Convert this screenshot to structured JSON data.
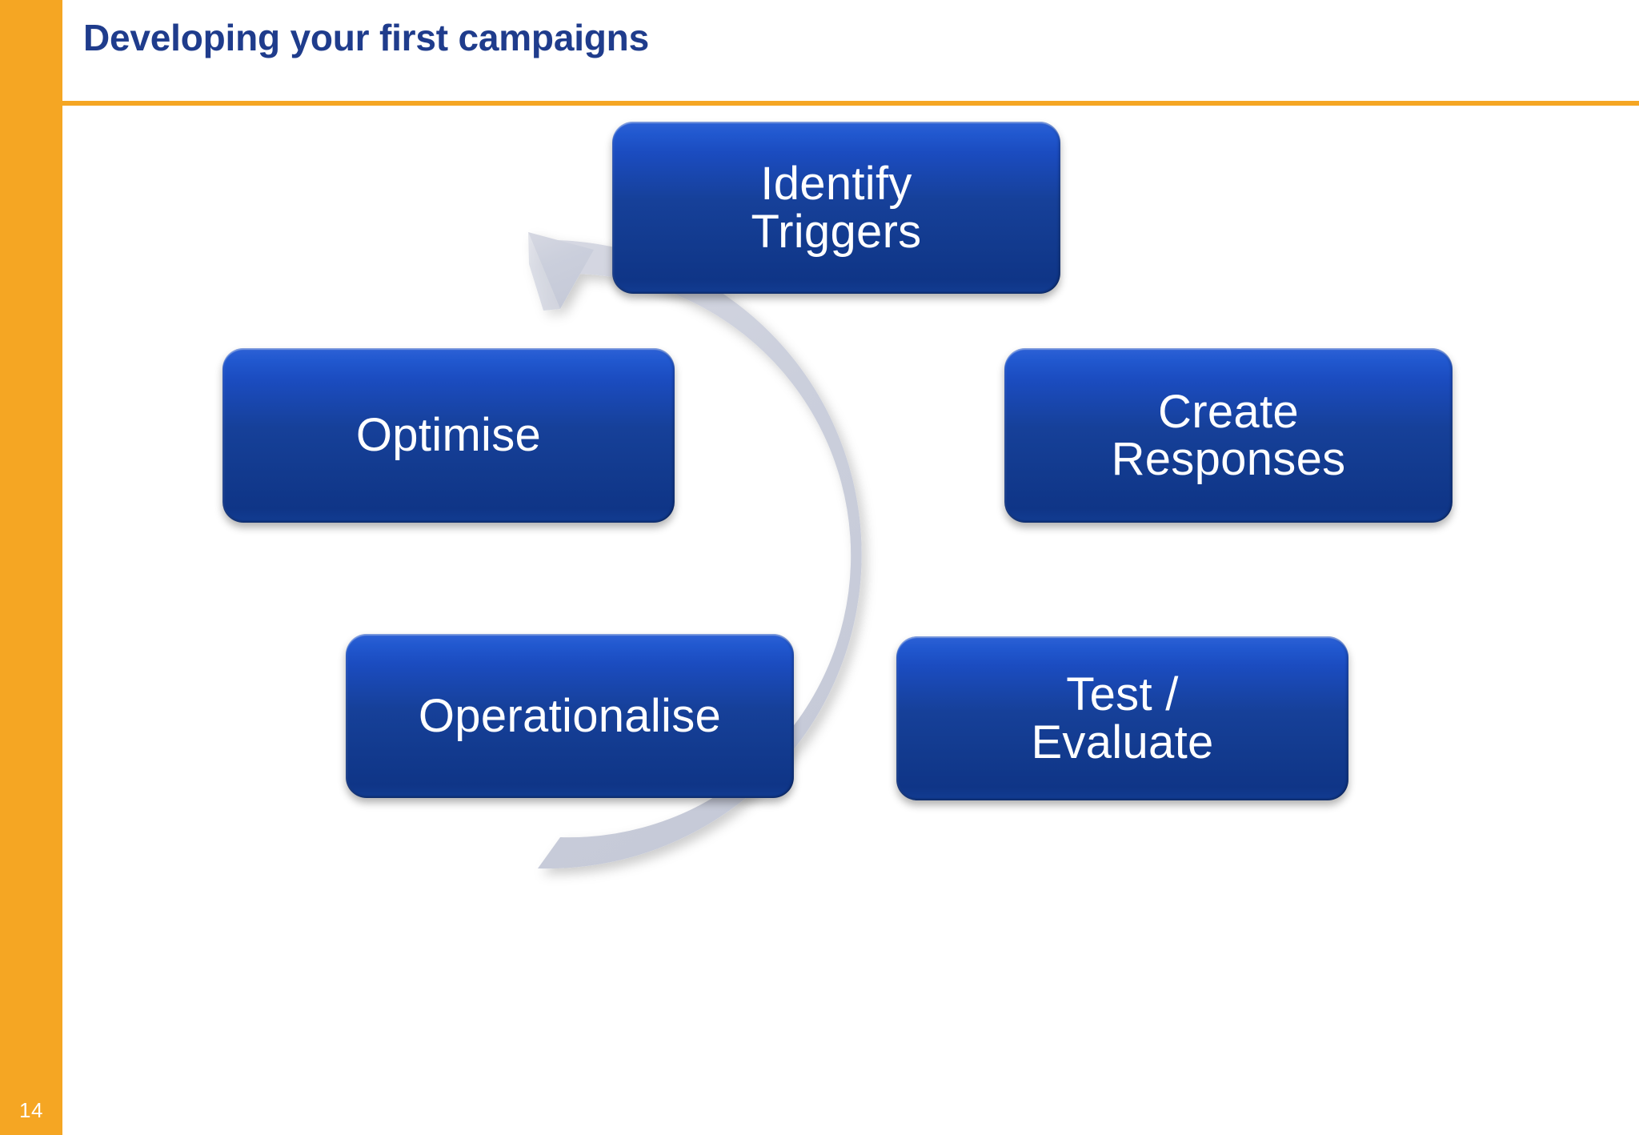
{
  "slide": {
    "title": "Developing your first campaigns",
    "page_number": "14",
    "accent_orange": "#F5A623",
    "title_blue": "#1F3C8C",
    "node_blue": "#16419B",
    "arrow_gray": "#CCD0DC",
    "background": "#FFFFFF"
  },
  "diagram": {
    "type": "cycle",
    "direction": "clockwise",
    "nodes": [
      {
        "id": "identify-triggers",
        "label": "Identify\nTriggers",
        "position": "top"
      },
      {
        "id": "create-responses",
        "label": "Create\nResponses",
        "position": "right"
      },
      {
        "id": "test-evaluate",
        "label": "Test /\nEvaluate",
        "position": "bottom-right"
      },
      {
        "id": "operationalise",
        "label": "Operationalise",
        "position": "bottom-left"
      },
      {
        "id": "optimise",
        "label": "Optimise",
        "position": "left"
      }
    ],
    "arrow": {
      "name": "circular-arrow",
      "color": "#CCD0DC",
      "head_position": "top-left-pointing-to-identify-triggers"
    }
  }
}
